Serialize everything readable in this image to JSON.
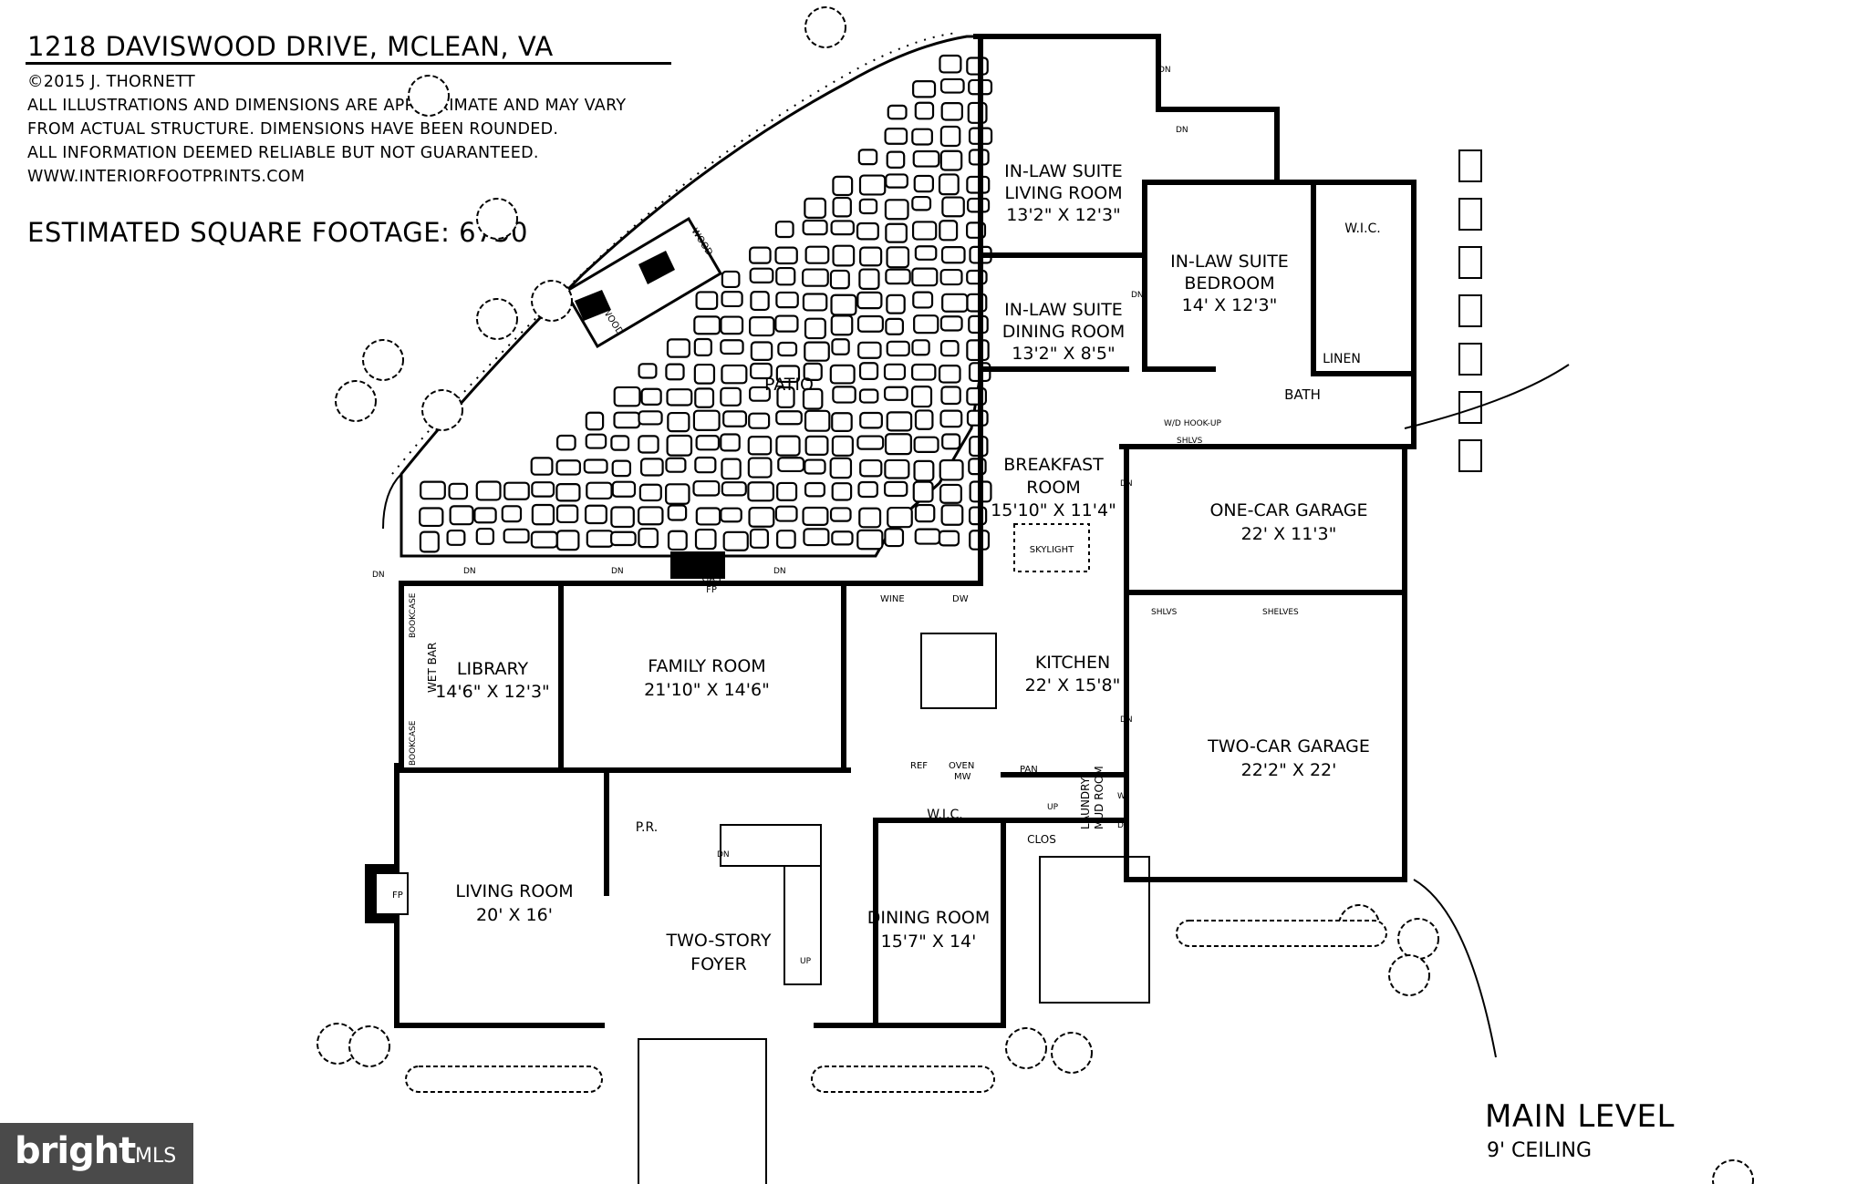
{
  "header": {
    "address": "1218 DAVISWOOD DRIVE, MCLEAN, VA",
    "copyright": "©2015 J. THORNETT",
    "disclaimer_lines": [
      "ALL ILLUSTRATIONS AND DIMENSIONS ARE APPROXIMATE AND MAY VARY",
      "FROM ACTUAL STRUCTURE. DIMENSIONS HAVE BEEN ROUNDED.",
      "ALL INFORMATION DEEMED RELIABLE BUT NOT GUARANTEED."
    ],
    "website": "WWW.INTERIORFOOTPRINTS.COM",
    "square_footage": "ESTIMATED SQUARE FOOTAGE: 6750"
  },
  "level": {
    "name": "MAIN LEVEL",
    "ceiling": "9' CEILING"
  },
  "rooms": {
    "inlaw_living": {
      "name1": "IN-LAW SUITE",
      "name2": "LIVING ROOM",
      "dims": "13'2\" X 12'3\""
    },
    "inlaw_dining": {
      "name1": "IN-LAW SUITE",
      "name2": "DINING ROOM",
      "dims": "13'2\" X 8'5\""
    },
    "inlaw_bedroom": {
      "name1": "IN-LAW SUITE",
      "name2": "BEDROOM",
      "dims": "14' X 12'3\""
    },
    "wic_upper": {
      "name": "W.I.C."
    },
    "linen": {
      "name": "LINEN"
    },
    "bath": {
      "name": "BATH"
    },
    "patio": {
      "name": "PATIO"
    },
    "breakfast": {
      "name1": "BREAKFAST",
      "name2": "ROOM",
      "dims": "15'10\" X 11'4\""
    },
    "one_car_garage": {
      "name": "ONE-CAR GARAGE",
      "dims": "22' X 11'3\""
    },
    "two_car_garage": {
      "name": "TWO-CAR GARAGE",
      "dims": "22'2\" X 22'"
    },
    "library": {
      "name": "LIBRARY",
      "dims": "14'6\" X 12'3\""
    },
    "family_room": {
      "name": "FAMILY ROOM",
      "dims": "21'10\" X 14'6\""
    },
    "kitchen": {
      "name": "KITCHEN",
      "dims": "22' X 15'8\""
    },
    "living_room": {
      "name": "LIVING ROOM",
      "dims": "20' X 16'"
    },
    "foyer": {
      "name1": "TWO-STORY",
      "name2": "FOYER"
    },
    "dining_room": {
      "name": "DINING ROOM",
      "dims": "15'7\" X 14'"
    },
    "powder_room": {
      "name": "P.R."
    },
    "wic_kitchen": {
      "name": "W.I.C."
    },
    "closet": {
      "name": "CLOS"
    },
    "laundry": {
      "name1": "LAUNDRY/",
      "name2": "MUD ROOM"
    }
  },
  "fixtures": {
    "skylight": "SKYLIGHT",
    "gas_fp_1": "GAS",
    "gas_fp_2": "FP",
    "fp_outdoor": "FP",
    "fp_living": "FP",
    "wood_1": "WOOD",
    "wood_2": "WOOD",
    "wine": "WINE",
    "dw": "DW",
    "ref": "REF",
    "oven": "OVEN",
    "mw": "MW",
    "pan": "PAN",
    "wet_bar": "WET BAR",
    "bookcase_1": "BOOKCASE",
    "bookcase_2": "BOOKCASE",
    "shlvs_1": "SHLVS",
    "shlvs_2": "SHLVS",
    "shelves": "SHELVES",
    "wd_hookup": "W/D HOOK-UP",
    "washer": "W",
    "dryer": "D",
    "dn": "DN",
    "up": "UP"
  },
  "branding": {
    "logo_text": "bright",
    "logo_suffix": "MLS"
  }
}
